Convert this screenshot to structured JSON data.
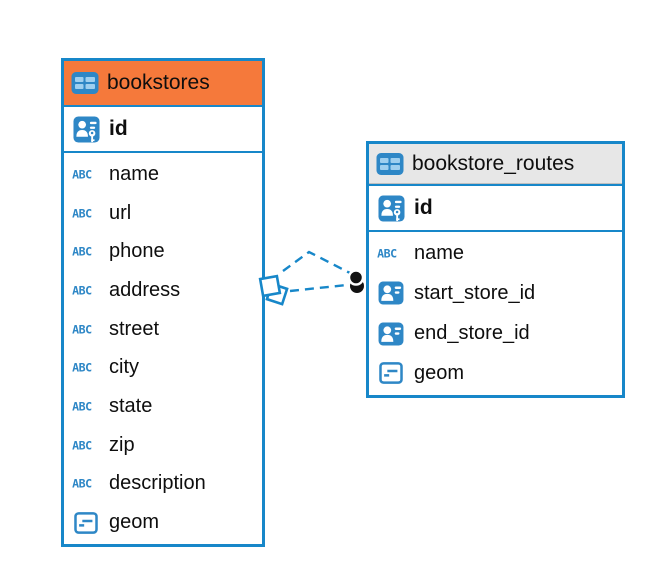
{
  "diagram": {
    "background": "#ffffff",
    "colors": {
      "table_border": "#1787C9",
      "bookstores_header": "#F5793B",
      "routes_header": "#E7E7E7",
      "icon_blue": "#2E87C6",
      "relationship_line": "#1787C9",
      "relationship_dot": "#121212"
    },
    "tables": [
      {
        "name": "bookstores",
        "header_icon": "table-icon",
        "columns": [
          {
            "name": "id",
            "icon": "person-key-icon",
            "primary": true
          },
          {
            "name": "name",
            "icon": "text-abc-icon"
          },
          {
            "name": "url",
            "icon": "text-abc-icon"
          },
          {
            "name": "phone",
            "icon": "text-abc-icon"
          },
          {
            "name": "address",
            "icon": "text-abc-icon"
          },
          {
            "name": "street",
            "icon": "text-abc-icon"
          },
          {
            "name": "city",
            "icon": "text-abc-icon"
          },
          {
            "name": "state",
            "icon": "text-abc-icon"
          },
          {
            "name": "zip",
            "icon": "text-abc-icon"
          },
          {
            "name": "description",
            "icon": "text-abc-icon"
          },
          {
            "name": "geom",
            "icon": "geometry-icon"
          }
        ]
      },
      {
        "name": "bookstore_routes",
        "header_icon": "table-icon",
        "columns": [
          {
            "name": "id",
            "icon": "person-key-icon",
            "primary": true
          },
          {
            "name": "name",
            "icon": "text-abc-icon"
          },
          {
            "name": "start_store_id",
            "icon": "person-icon"
          },
          {
            "name": "end_store_id",
            "icon": "person-icon"
          },
          {
            "name": "geom",
            "icon": "geometry-icon"
          }
        ]
      }
    ],
    "relationships": [
      {
        "from_table": "bookstores",
        "to_table": "bookstore_routes",
        "style": "dashed"
      },
      {
        "from_table": "bookstores",
        "to_table": "bookstore_routes",
        "style": "dashed"
      }
    ]
  }
}
